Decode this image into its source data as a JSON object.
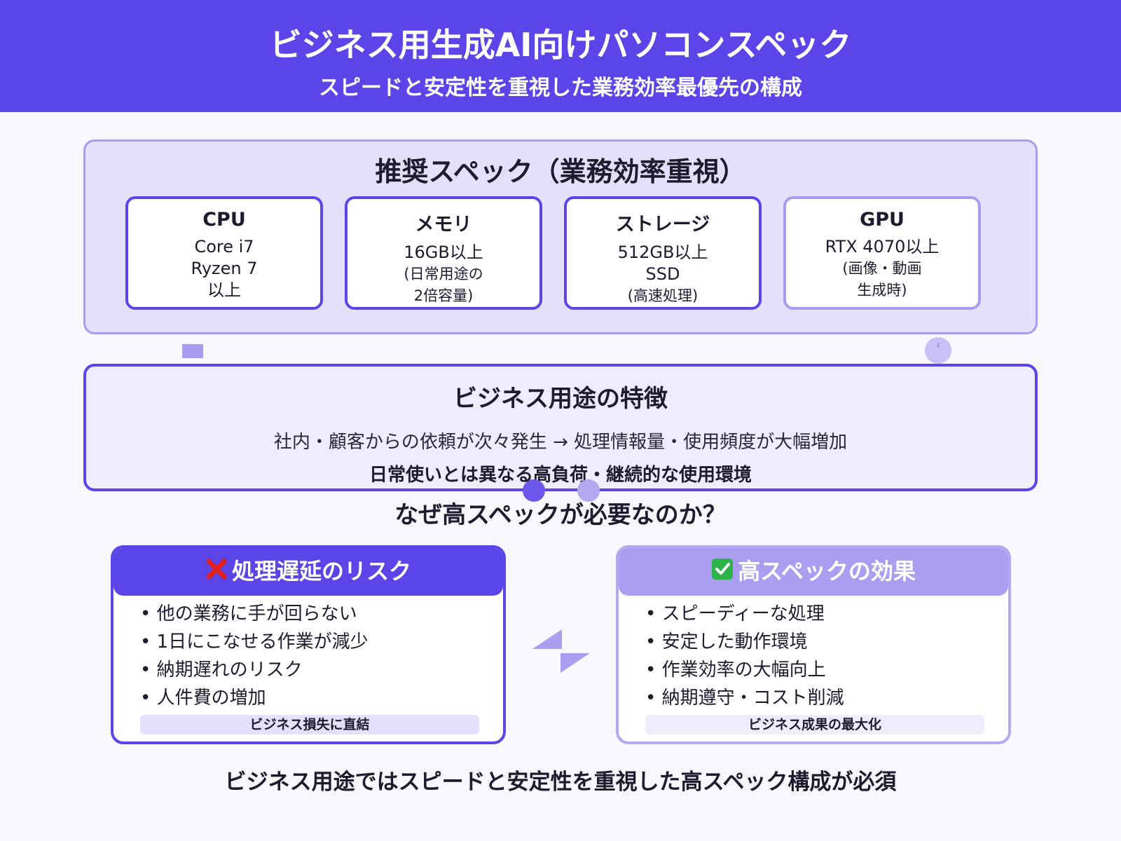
{
  "header": {
    "title": "ビジネス用生成AI向けパソコンスペック",
    "subtitle": "スピードと安定性を重視した業務効率最優先の構成"
  },
  "recommended": {
    "title": "推奨スペック（業務効率重視）",
    "specs": [
      {
        "name": "CPU",
        "lines": [
          "Core i7",
          "Ryzen 7",
          "以上"
        ]
      },
      {
        "name": "メモリ",
        "lines": [
          "16GB以上",
          "(日常用途の",
          "2倍容量)"
        ]
      },
      {
        "name": "ストレージ",
        "lines": [
          "512GB以上",
          "SSD",
          "(高速処理)"
        ]
      },
      {
        "name": "GPU",
        "lines": [
          "RTX 4070以上",
          "(画像・動画",
          "生成時)"
        ]
      }
    ]
  },
  "features": {
    "title": "ビジネス用途の特徴",
    "description": "社内・顧客からの依頼が次々発生 → 処理情報量・使用頻度が大幅増加",
    "emphasis": "日常使いとは異なる高負荷・継続的な使用環境"
  },
  "why": {
    "title": "なぜ高スペックが必要なのか？"
  },
  "risk": {
    "icon": "cross-mark-icon",
    "title": "処理遅延のリスク",
    "items": [
      "他の業務に手が回らない",
      "1日にこなせる作業が減少",
      "納期遅れのリスク",
      "人件費の増加"
    ],
    "footer": "ビジネス損失に直結"
  },
  "effect": {
    "icon": "check-mark-icon",
    "title": "高スペックの効果",
    "items": [
      "スピーディーな処理",
      "安定した動作環境",
      "作業効率の大幅向上",
      "納期遵守・コスト削減"
    ],
    "footer": "ビジネス成果の最大化"
  },
  "conclusion": "ビジネス用途ではスピードと安定性を重視した高スペック構成が必須",
  "colors": {
    "primary": "#5b45e8",
    "light": "#a89cf0",
    "panel": "#e4e0fb",
    "risk_icon": "#e0201f",
    "check_icon": "#2db34a"
  }
}
